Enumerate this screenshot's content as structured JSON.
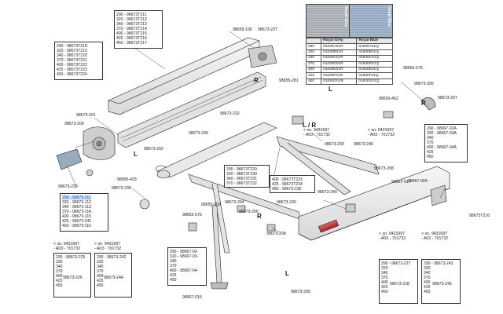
{
  "boxes": {
    "top_left": [
      "290 - 98673T211",
      "320 - 98673T212",
      "340 - 98673T213",
      "370 - 98673T214",
      "400 - 98673T215",
      "425 - 98673T216",
      "450 - 98673T217"
    ],
    "left_upper": [
      "290 - 98673T218",
      "320 - 98673T219",
      "340 - 98673T220",
      "370 - 98673T221",
      "400 - 98673T222",
      "425 - 98673T223",
      "450 - 98673T224"
    ],
    "left_mid": [
      "290 - 98673-111",
      "320 - 98673-112",
      "340 - 98673-113",
      "370 - 98673-114",
      "400 - 98673-115",
      "425 - 98673-241",
      "450 - 98673-116"
    ],
    "center_arm_a": [
      "290 - 98673T229",
      "320 - 98673T230",
      "340 - 98673T231",
      "370 - 98673T232"
    ],
    "center_arm_b": [
      "400 - 98673T233",
      "425 - 98673T234",
      "450 - 98673-235"
    ],
    "bottom_center": [
      "290 - 98667-02-",
      "320 - 98667-03-",
      "340",
      "370",
      "400 - 98667-04-",
      "425",
      "450"
    ],
    "right_small": [
      "290 - 98667-02A",
      "320 - 98667-03A",
      "340",
      "370",
      "400 - 98667-04A",
      "425",
      "450"
    ],
    "bl_a_sizes": [
      "320",
      "340",
      "370",
      "400",
      "425",
      "450"
    ],
    "bl_b_sizes": [
      "320",
      "340",
      "370",
      "400",
      "425",
      "450"
    ],
    "br_a_sizes": [
      "320",
      "340",
      "370",
      "400",
      "425",
      "450"
    ],
    "br_b_sizes": [
      "320",
      "340",
      "370",
      "400",
      "425",
      "450"
    ]
  },
  "colors_table": {
    "headers": [
      "",
      "Royal Grey",
      "Royal Blue"
    ],
    "rows": [
      [
        "290",
        "01830A01R",
        "01830A01Q"
      ],
      [
        "320",
        "01830B01R",
        "01830B01Q"
      ],
      [
        "340",
        "01830C01R",
        "01830C01Q"
      ],
      [
        "370",
        "01830D01R",
        "01830D01Q"
      ],
      [
        "400",
        "01830E01R",
        "01830E01Q"
      ],
      [
        "425",
        "01830F01R",
        "01830F01Q"
      ],
      [
        "450",
        "01830G01R",
        "01830G01Q"
      ]
    ],
    "swatch_grey": "Royal Grey",
    "swatch_blue": "Royal Blue"
  },
  "labels": {
    "l1": "98655-190",
    "l2": "98673-237",
    "l3": "98655-281",
    "l4": "98673-202",
    "l5": "98673-232",
    "l6": "98673-248",
    "l7": "98673-201",
    "l8": "98673-200",
    "l9": "98673-238",
    "l10": "98655-433",
    "l11": "98673-239",
    "l12": "98667-004",
    "l13": "98655-576",
    "l14": "98673-205",
    "l15": "98673-207",
    "l16": "98655-452",
    "l17": "L / R",
    "l18": "< sn. 9431697",
    "l19": "- A03 - 701732",
    "l20": "> sn. 9431697",
    "l21": "- A03 - 701732",
    "l22": "98673-203",
    "l23": "98673-246",
    "l24": "98673-208",
    "l25": "98667-017",
    "l26": "98673-249",
    "l27": "98673-236",
    "l28": "98673-204",
    "l29": "98673-206",
    "l30": "98655-050",
    "l31": "98655-575",
    "l32": "98673-208",
    "l33": "98673-209",
    "l34": "98667-016",
    "l35": "98673T210",
    "l36": "R",
    "l37": "L",
    "l38": "R",
    "l39": "L",
    "l40": "R",
    "l41": "L",
    "bl_a_head1": "< sn. 9431697",
    "bl_a_head2": "- A03 - 701732",
    "bl_b_head1": "> sn. 9431697",
    "bl_b_head2": "- A03 - 701732",
    "bl_a_first": "290 - 98673-225",
    "bl_a_code": "98673-226",
    "bl_b_first": "290 - 98673-242",
    "bl_b_code": "98673-244",
    "br_a_head1": "< sn. 9431697",
    "br_a_head2": "- A03 - 701732",
    "br_b_head1": "> sn. 9431697",
    "br_b_head2": "- A03 - 701732",
    "br_a_first": "290 - 98673-227",
    "br_a_code": "98673-228",
    "br_b_first": "290 - 98673-243",
    "br_b_code": "98673-245"
  }
}
